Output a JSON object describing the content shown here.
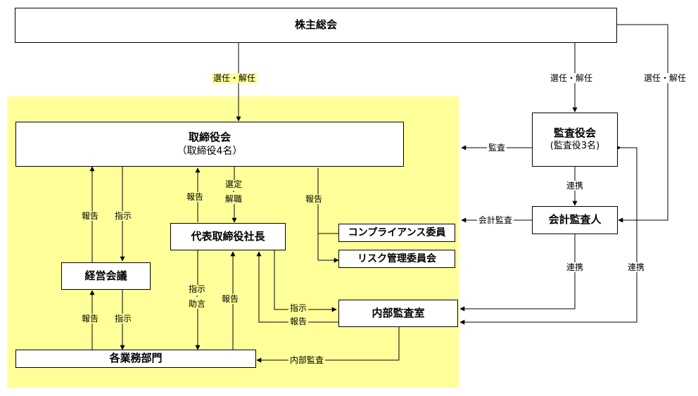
{
  "boxes": {
    "shareholders": "株主総会",
    "board": "取締役会",
    "board_note": "（取締役4名）",
    "auditors": "監査役会",
    "auditors_note": "(監査役3名)",
    "accounting_auditor": "会計監査人",
    "president": "代表取締役社長",
    "compliance": "コンプライアンス委員",
    "risk": "リスク管理委員会",
    "management": "経営会議",
    "internal_audit": "内部監査室",
    "departments": "各業務部門"
  },
  "labels": {
    "elect_dismiss_board": "選任・解任",
    "elect_dismiss_auditors": "選任・解任",
    "elect_dismiss_accounting": "選任・解任",
    "audit": "監査",
    "cooperation_1": "連携",
    "cooperation_2": "連携",
    "cooperation_3": "連携",
    "accounting_audit": "会計監査",
    "select_1": "選定",
    "select_dot": "・",
    "select_2": "解職",
    "report_board_pres": "報告",
    "report_board_committees": "報告",
    "report_board_mgmt": "報告",
    "instruct_board_mgmt": "指示",
    "report_mgmt_dept": "報告",
    "instruct_mgmt_dept": "指示",
    "advise_1": "指示",
    "advise_dot": "・",
    "advise_2": "助言",
    "report_dept_pres": "報告",
    "instruct_pres_internal": "指示",
    "report_internal_pres": "報告",
    "internal_audit_flow": "内部監査"
  },
  "colors": {
    "company_area": "#ffff99",
    "line": "#000000"
  }
}
